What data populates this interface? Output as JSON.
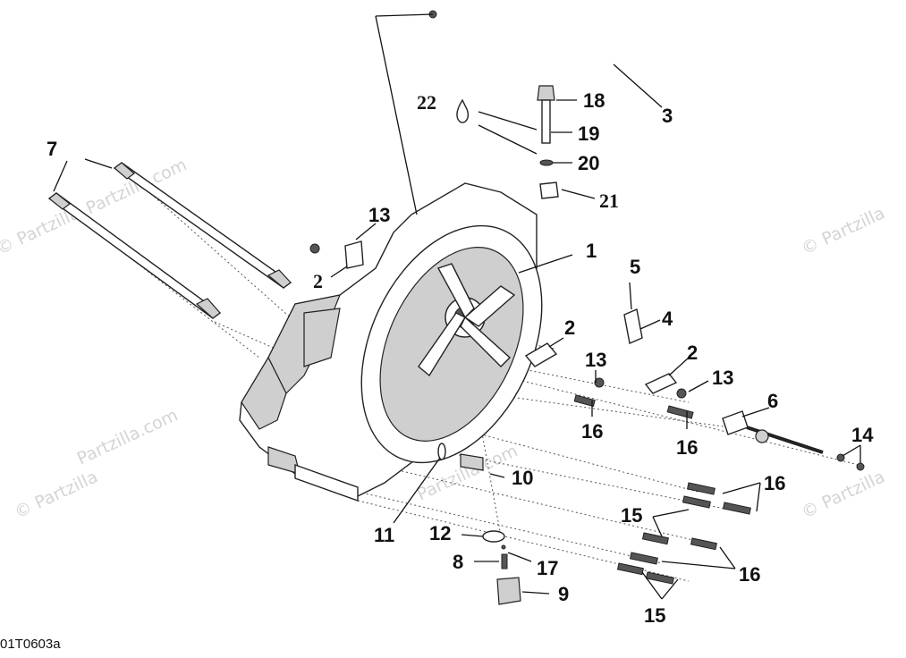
{
  "diagram": {
    "code": "01T0603a",
    "watermark": "© Partzilla",
    "center_watermark": "© Partzilla.com",
    "watermark_com": "Partzilla.com",
    "labels": {
      "p1": "1",
      "p2a": "2",
      "p2b": "2",
      "p2c": "2",
      "p3": "3",
      "p4": "4",
      "p5": "5",
      "p6": "6",
      "p7": "7",
      "p8": "8",
      "p9": "9",
      "p10": "10",
      "p11": "11",
      "p12": "12",
      "p13a": "13",
      "p13b": "13",
      "p13c": "13",
      "p14": "14",
      "p15a": "15",
      "p15b": "15",
      "p16a": "16",
      "p16b": "16",
      "p16c": "16",
      "p16d": "16",
      "p17": "17",
      "p18": "18",
      "p19": "19",
      "p20": "20",
      "p21": "21",
      "p22": "22"
    }
  }
}
